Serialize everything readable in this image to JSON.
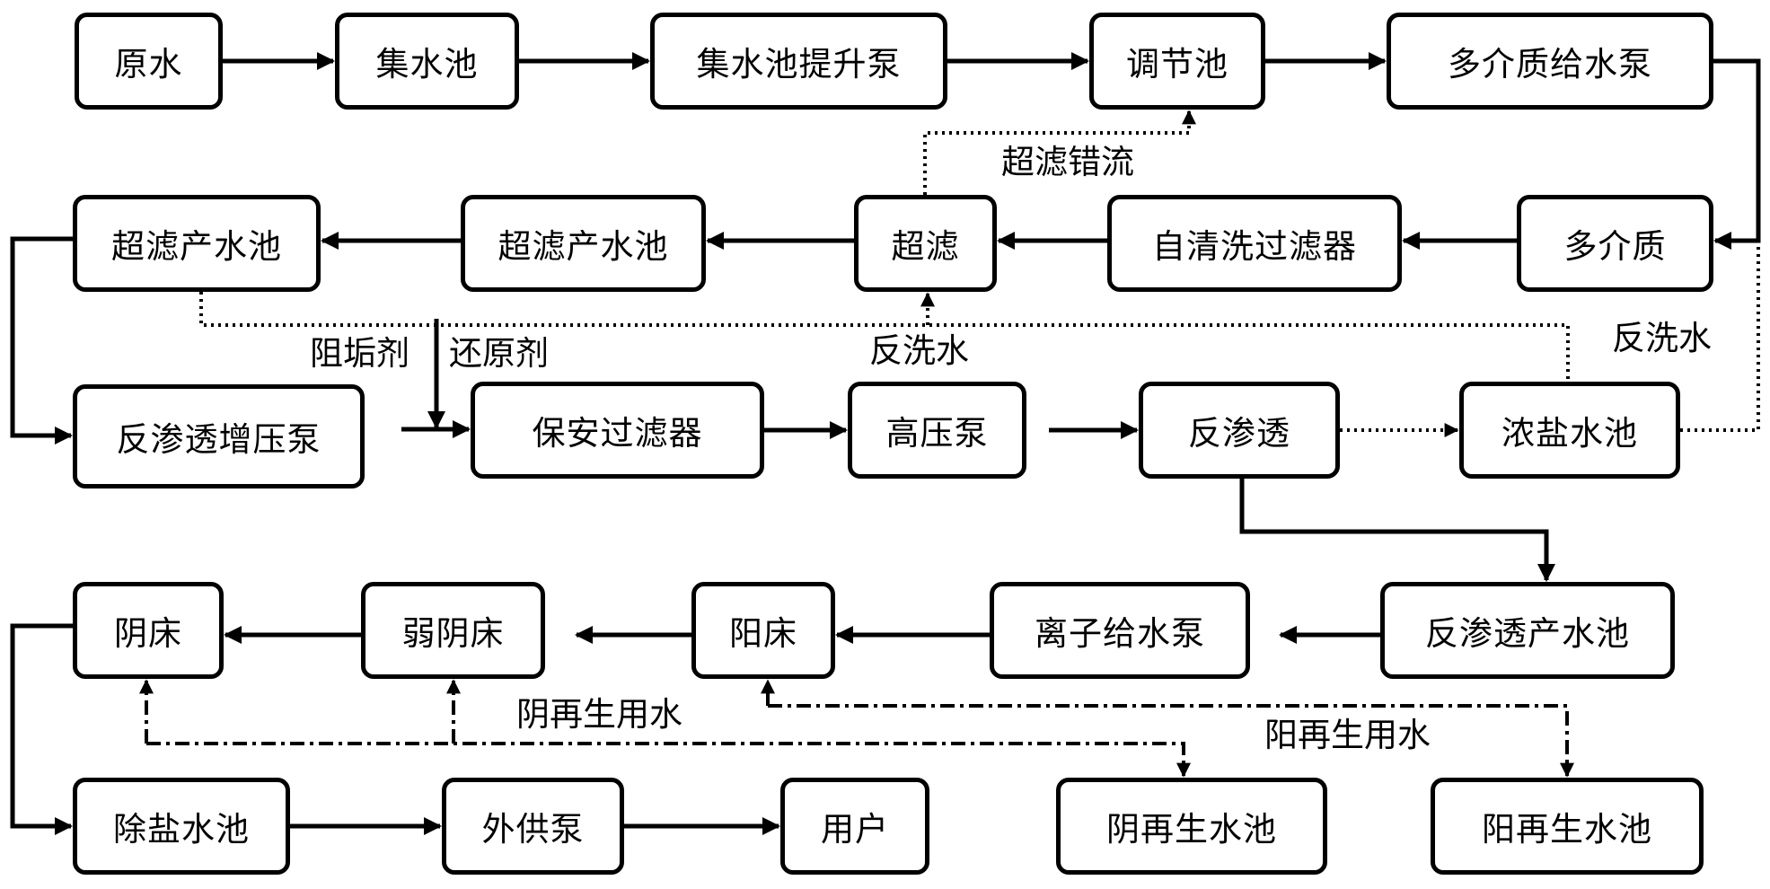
{
  "nodes": {
    "yuanshui": "原水",
    "jishuichi": "集水池",
    "tishengbeng": "集水池提升泵",
    "tiaojiechi": "调节池",
    "geishuibeng": "多介质给水泵",
    "duojiezhi": "多介质",
    "zqxglq": "自清洗过滤器",
    "chaolv": "超滤",
    "cscsc2": "超滤产水池",
    "cscsc1": "超滤产水池",
    "fstzyb": "反渗透增压泵",
    "baoan": "保安过滤器",
    "gaoyabeng": "高压泵",
    "fanshentou": "反渗透",
    "nongyan": "浓盐水池",
    "fstcsc": "反渗透产水池",
    "lizi": "离子给水泵",
    "yangchuang": "阳床",
    "ruoyin": "弱阴床",
    "yinchuang": "阴床",
    "chuyan": "除盐水池",
    "waigong": "外供泵",
    "yonghu": "用户",
    "yinzs": "阴再生水池",
    "yangzs": "阳再生水池"
  },
  "labels": {
    "cllc": "超滤错流",
    "fanxi1": "反洗水",
    "fanxi2": "反洗水",
    "zugou": "阻垢剂",
    "huanyuan": "还原剂",
    "yinzs_water": "阴再生用水",
    "yangzs_water": "阳再生用水"
  },
  "colors": {
    "stroke": "#000000",
    "background": "#ffffff"
  }
}
